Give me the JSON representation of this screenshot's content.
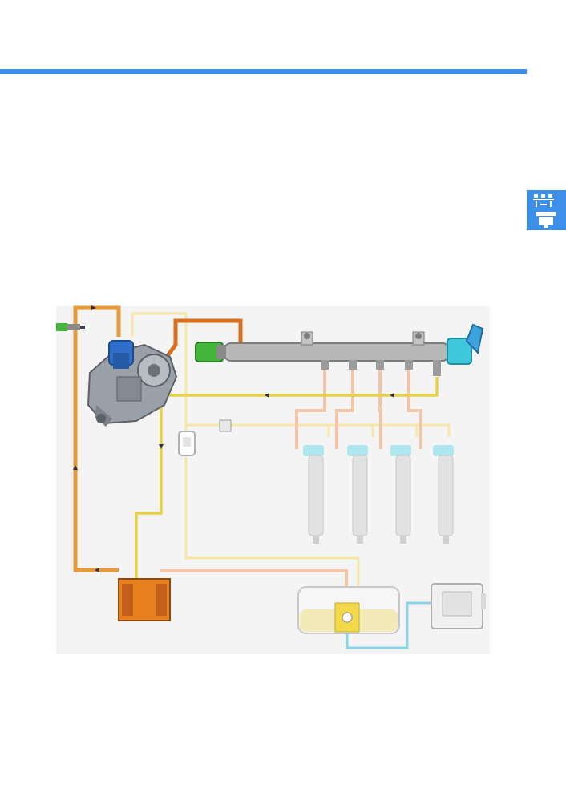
{
  "page": {
    "header_rule_color": "#3d8fe8",
    "tab_icon": "fuel-system-engine-icon"
  },
  "diagram": {
    "subject": "common-rail-fuel-system",
    "components": [
      "high-pressure-pump",
      "fuel-metering-valve",
      "fuel-temperature-sensor",
      "high-pressure-line",
      "high-pressure-rail",
      "rail-pressure-sensor",
      "pressure-control-valve",
      "injectors",
      "fuel-cooler",
      "fuel-filter",
      "fuel-tank",
      "fuel-pump-control-unit"
    ],
    "injector_count": 4,
    "colors": {
      "high_pressure": "#d9701e",
      "supply": "#e89a3a",
      "return": "#e6d24a",
      "leak_off": "#f6e7a8",
      "injector_feed": "#f3c6a8",
      "electrical": "#87d6ea",
      "rail": "#b7b7b7",
      "pump_valve": "#2f6fc9",
      "sensor": "#43b53a",
      "pressure_valve": "#3ec6dd",
      "filter": "#e8801e",
      "tank_fuel": "#f3ebb7",
      "tank_float": "#f3d84a"
    }
  }
}
